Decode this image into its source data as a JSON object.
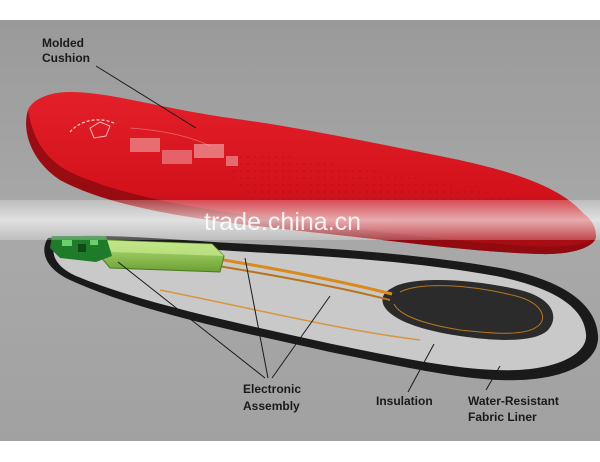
{
  "diagram": {
    "labels": {
      "molded_cushion": [
        "Molded",
        "Cushion"
      ],
      "electronic_assembly": [
        "Electronic",
        "Assembly"
      ],
      "insulation": "Insulation",
      "fabric_liner": [
        "Water-Resistant",
        "Fabric Liner"
      ]
    },
    "watermark": "trade.china.cn",
    "colors": {
      "background": "#a7a7a7",
      "cushion": "#d4121c",
      "cushion_dark": "#8e0a10",
      "base_sole": "#1a1a1a",
      "insulation": "#c9c9c9",
      "heating_pad": "#2b2b2b",
      "wire": "#d98a1e",
      "battery": "#8fc74a",
      "circuit_board": "#1f7a2a"
    }
  }
}
